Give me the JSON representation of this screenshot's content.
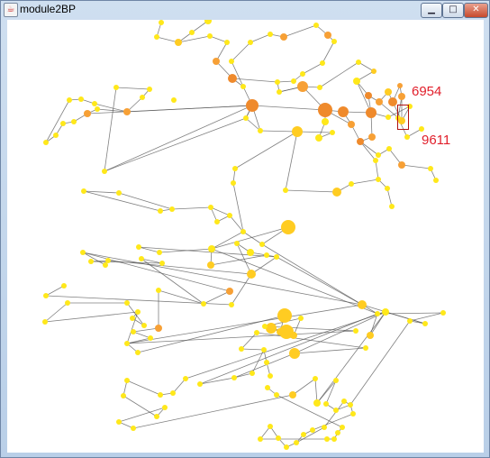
{
  "window": {
    "title": "module2BP"
  },
  "icons": {
    "app": "java-cup-icon",
    "minimize": "minimize-icon",
    "maximize": "maximize-icon",
    "close": "close-icon"
  },
  "graph": {
    "highlight_labels": [
      "6954",
      "9611"
    ],
    "colors": {
      "node_yellow": "#ffe81a",
      "node_gold": "#ffcc22",
      "node_orange": "#f7a035",
      "node_dark_orange": "#ef8a2c",
      "edge": "#555555",
      "label": "#e11f2b"
    }
  }
}
